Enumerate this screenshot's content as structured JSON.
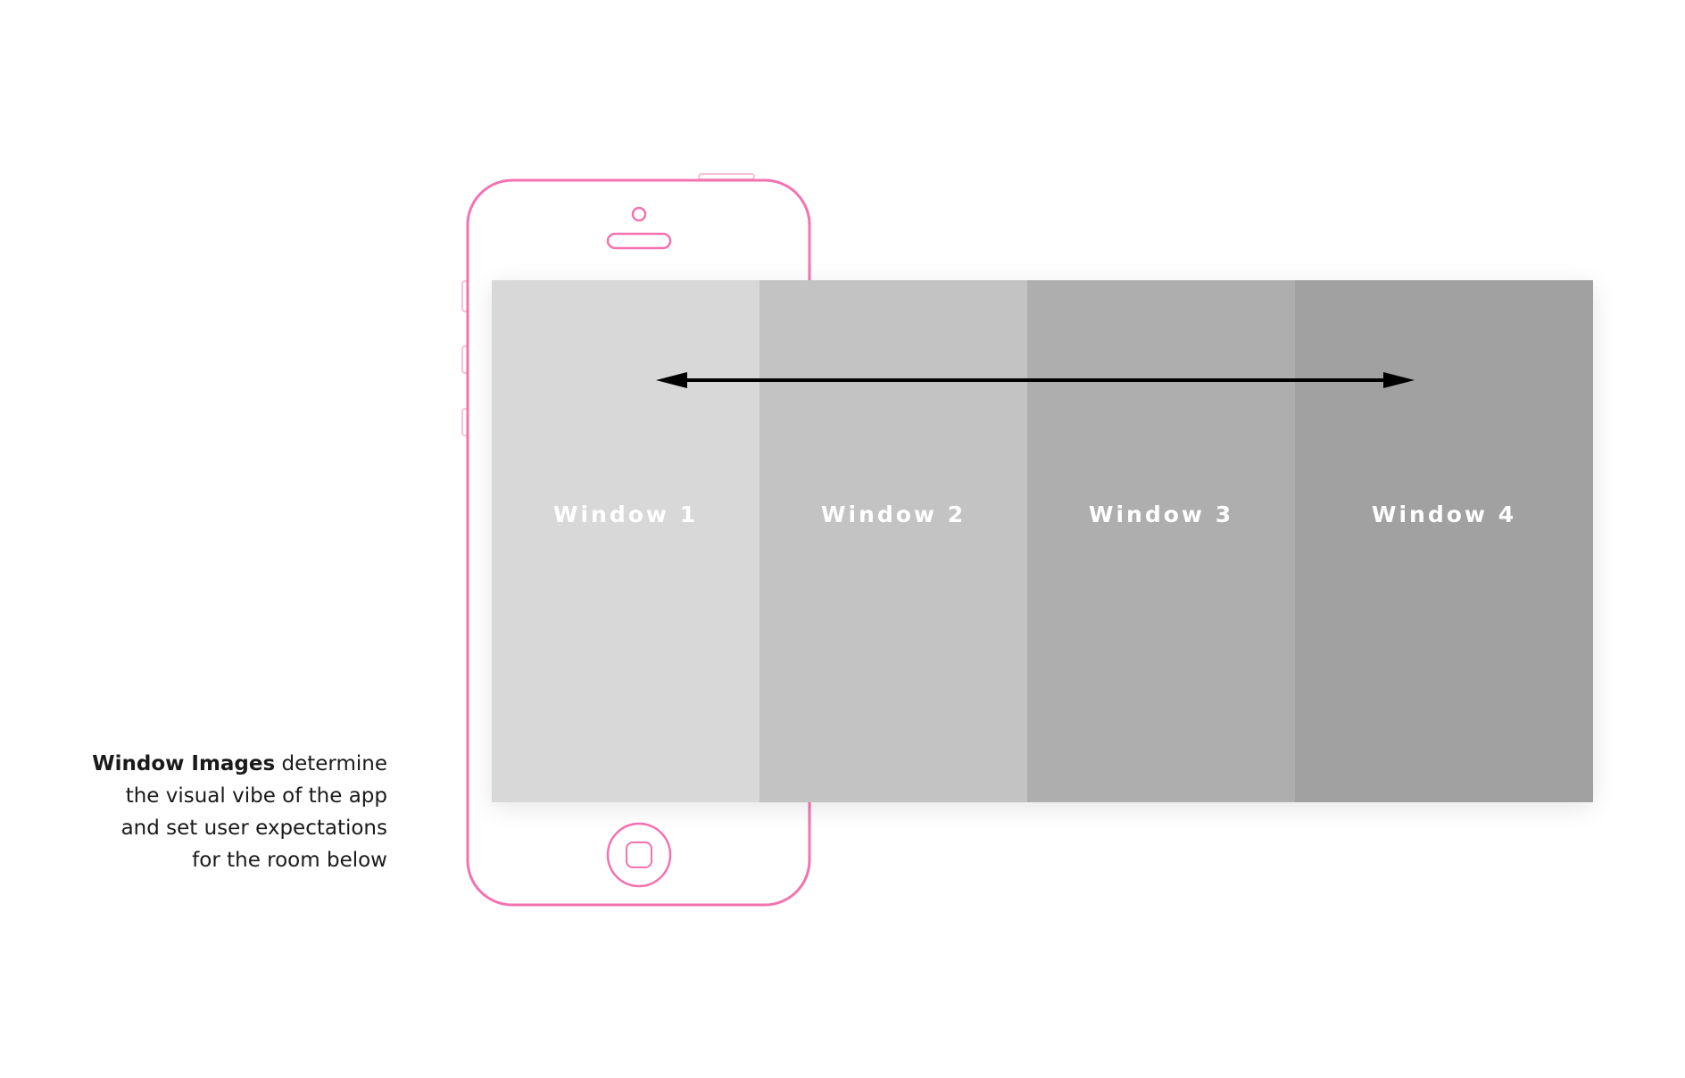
{
  "windows": [
    {
      "label": "Window 1",
      "color": "#d8d8d8"
    },
    {
      "label": "Window 2",
      "color": "#c3c3c3"
    },
    {
      "label": "Window 3",
      "color": "#aeaeae"
    },
    {
      "label": "Window 4",
      "color": "#a1a1a1"
    }
  ],
  "caption": {
    "bold": "Window Images",
    "line1_rest": " determine",
    "line2": "the visual vibe of the app",
    "line3": "and set user expectations",
    "line4": "for the room below"
  },
  "colors": {
    "phone_outline": "#f472b0",
    "arrow": "#000000"
  },
  "icons": {
    "phone": "phone-outline-icon",
    "arrow": "double-headed-arrow-icon"
  }
}
